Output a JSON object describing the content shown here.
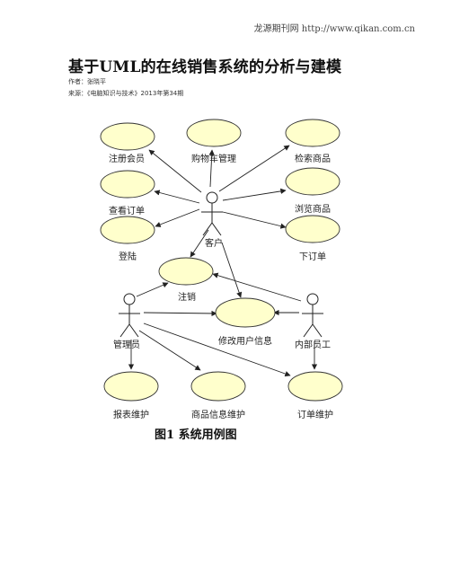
{
  "header": {
    "source": "龙源期刊网 http://www.qikan.com.cn"
  },
  "article": {
    "title": "基于UML的在线销售系统的分析与建模",
    "author_line": "作者：张晓平",
    "source_line": "来源：《电脑知识与技术》2013年第34期"
  },
  "diagram": {
    "use_cases": {
      "register_member": "注册会员",
      "cart_management": "购物车管理",
      "search_products": "检索商品",
      "view_orders": "查看订单",
      "browse_products": "浏览商品",
      "login": "登陆",
      "place_order": "下订单",
      "logout": "注销",
      "modify_user_info": "修改用户信息",
      "report_maintenance": "报表维护",
      "product_info_maintenance": "商品信息维护",
      "order_maintenance": "订单维护"
    },
    "actors": {
      "customer": "客户",
      "administrator": "管理员",
      "internal_staff": "内部员工"
    },
    "ellipse_fill": "#ffffcc"
  },
  "figure": {
    "caption": "图1  系统用例图"
  }
}
